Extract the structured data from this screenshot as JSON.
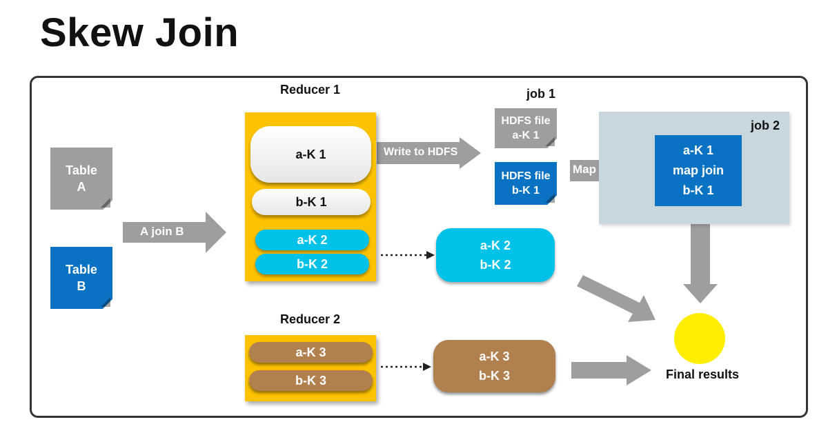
{
  "title": "Skew Join",
  "colors": {
    "gray_block": "#9e9e9e",
    "blue_block": "#0a72c2",
    "reducer_yellow": "#fdc200",
    "cyan": "#00c2e8",
    "brown": "#b0804f",
    "job2_bg": "#c8d6de",
    "final_circle": "#ffee00"
  },
  "tables": {
    "a": "Table\nA",
    "b": "Table\nB"
  },
  "edges": {
    "a_join_b": "A join B",
    "write_hdfs": "Write to HDFS",
    "map_join": "Map join"
  },
  "reducer1": {
    "label": "Reducer 1",
    "items": [
      "a-K 1",
      "b-K 1",
      "a-K 2",
      "b-K 2"
    ]
  },
  "reducer2": {
    "label": "Reducer 2",
    "items": [
      "a-K 3",
      "b-K 3"
    ]
  },
  "job1": {
    "label": "job 1",
    "file_a": "HDFS file\na-K 1",
    "file_b": "HDFS file\nb-K 1"
  },
  "job2": {
    "label": "job 2",
    "box": "a-K 1\nmap join\nb-K 1"
  },
  "output_k2": "a-K 2\nb-K 2",
  "output_k3": "a-K 3\nb-K 3",
  "final": "Final results"
}
